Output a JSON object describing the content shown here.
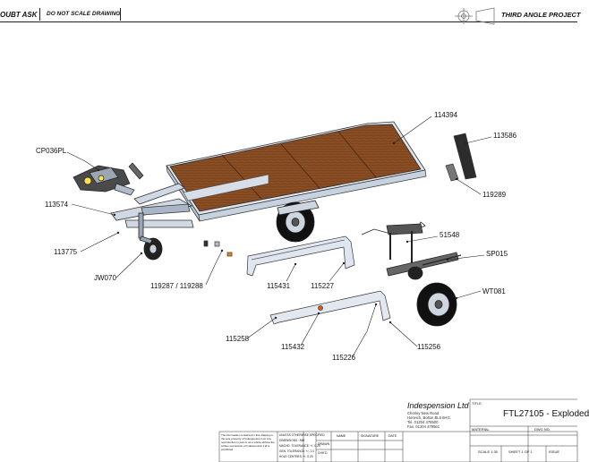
{
  "header": {
    "left_text": "OUBT ASK",
    "note": "DO NOT SCALE DRAWING",
    "projection": "THIRD ANGLE PROJECT"
  },
  "callouts": {
    "c114394": "114394",
    "c113586": "113586",
    "cCP036PL": "CP036PL",
    "c119289": "119289",
    "c113574": "113574",
    "c51548": "51548",
    "cSP015": "SP015",
    "c113775": "113775",
    "cJW070": "JW070",
    "cWT081": "WT081",
    "c119287": "119287 / 119288",
    "c115431": "115431",
    "c115227": "115227",
    "c115258": "115258",
    "c115432": "115432",
    "c115256": "115256",
    "c115226": "115226"
  },
  "title_block": {
    "title_label": "TITLE",
    "title": "FTL27105 - Exploded",
    "material_label": "MATERIAL",
    "dwg_no_label": "DWG NO.",
    "scale": "SCALE 1:30",
    "sheet": "SHEET 1 OF 1",
    "issue_label": "ISSUE",
    "company": "Indespension Ltd",
    "address": [
      "Chorley New Road",
      "Horwich, Bolton BL6 6HG.",
      "Tel. 01204 478500",
      "Fax. 01204 478561"
    ],
    "tolerances_header": "UNLESS OTHERWISE SPECIFIED",
    "tolerances": [
      "DIMENSIONS : MM",
      "MACHD. TOLERANCE: +/- 0.25",
      "GEN. TOLERANCE: +/- 1.0",
      "HOLE CENTRES: +/- 0.25"
    ],
    "sign_headers": [
      "NAME",
      "SIGNATURE",
      "DATE"
    ],
    "sign_rows": [
      "DRAWN",
      "CHK'D"
    ],
    "confidential": "The information contained in this drawing is the sole property of Indespension Ltd. Any reproduction in part or as a whole without the written permission of Indespension Ltd is prohibited."
  }
}
